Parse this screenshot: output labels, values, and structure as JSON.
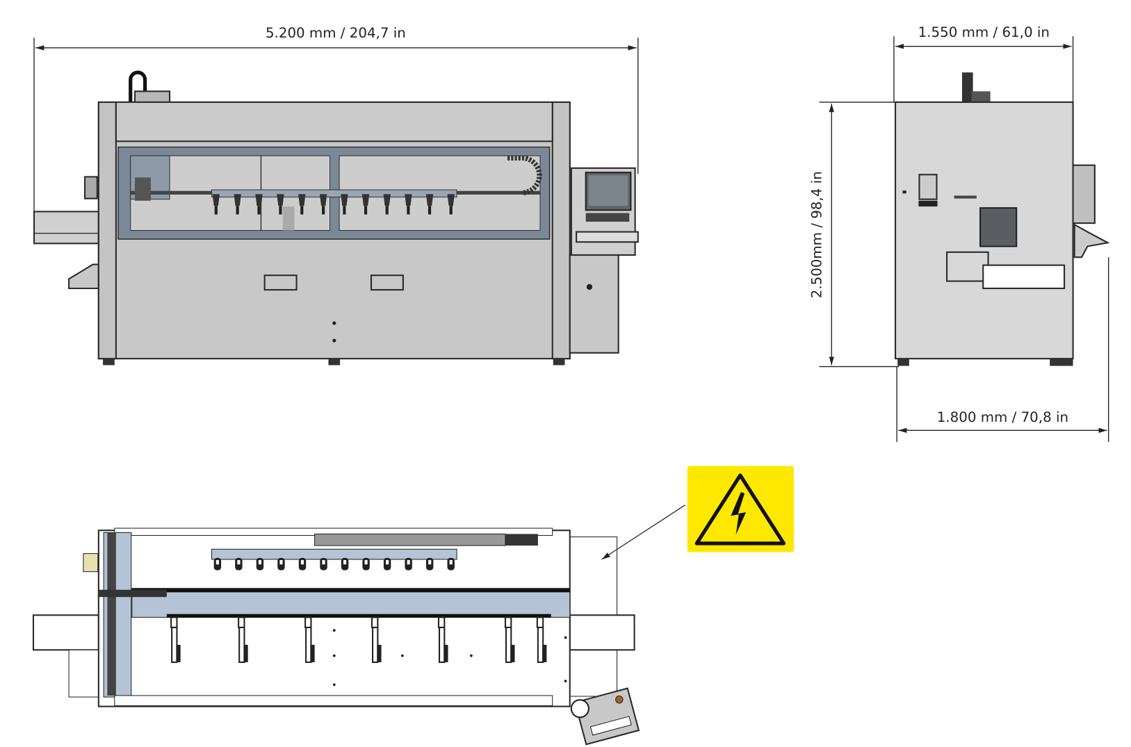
{
  "dimensions": {
    "front_length": "5.200 mm / 204,7 in",
    "side_width": "1.550 mm / 61,0 in",
    "height": "2.500mm / 98,4 in",
    "side_depth": "1.800 mm / 70,8 in"
  },
  "front_view": {
    "nozzle_count_left": 6,
    "nozzle_count_right": 6
  },
  "plan_view": {
    "top_nozzle_count": 12,
    "lower_clamp_count": 7
  },
  "warning_sign": {
    "icon": "high-voltage-icon",
    "color": "#FFE800"
  },
  "colors": {
    "panel": "#c8c8c8",
    "frame": "#7b8898",
    "beam": "#b4c4d6",
    "screen": "#5f676e"
  }
}
